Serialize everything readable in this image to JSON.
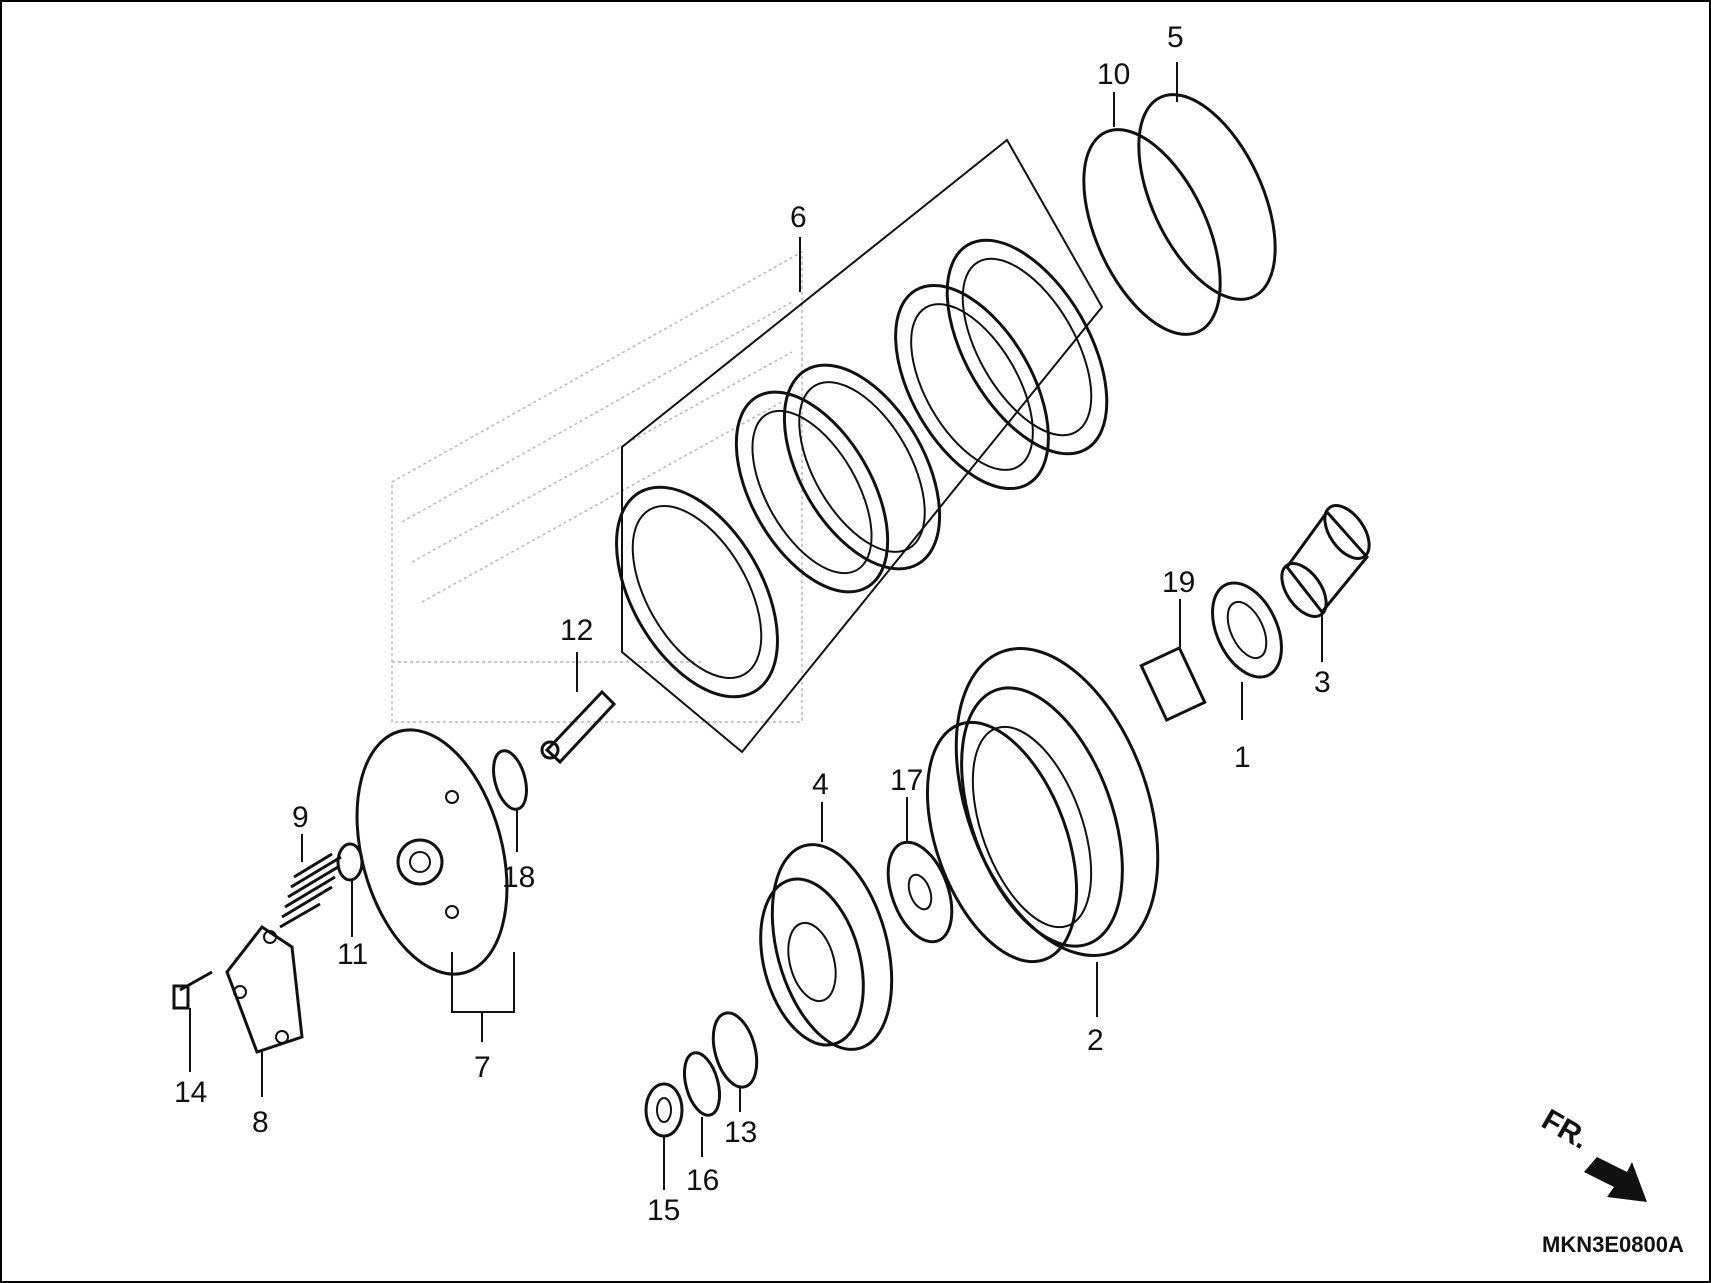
{
  "callouts": {
    "c1": "1",
    "c2": "2",
    "c3": "3",
    "c4": "4",
    "c5": "5",
    "c6": "6",
    "c7": "7",
    "c8": "8",
    "c9": "9",
    "c10": "10",
    "c11": "11",
    "c12": "12",
    "c13": "13",
    "c14": "14",
    "c15": "15",
    "c16": "16",
    "c17": "17",
    "c18": "18",
    "c19": "19"
  },
  "direction_label": "FR.",
  "diagram_code": "MKN3E0800A",
  "colors": {
    "line": "#111111",
    "background": "#ffffff",
    "ghost": "#b8b8b8"
  }
}
